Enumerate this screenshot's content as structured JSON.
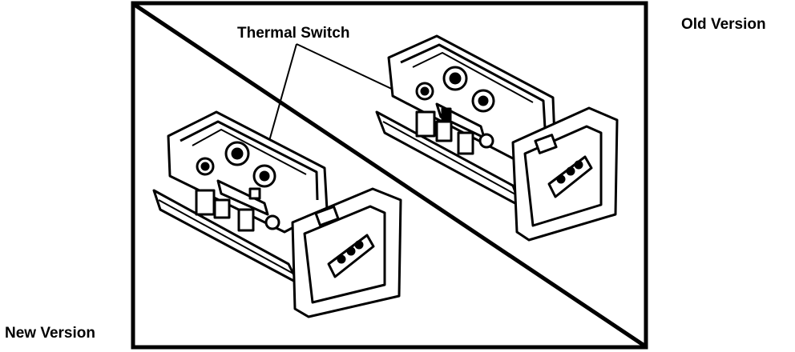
{
  "labels": {
    "old_version": "Old Version",
    "new_version": "New Version",
    "callout": "Thermal Switch"
  },
  "colors": {
    "ink": "#000000",
    "paper": "#ffffff"
  }
}
